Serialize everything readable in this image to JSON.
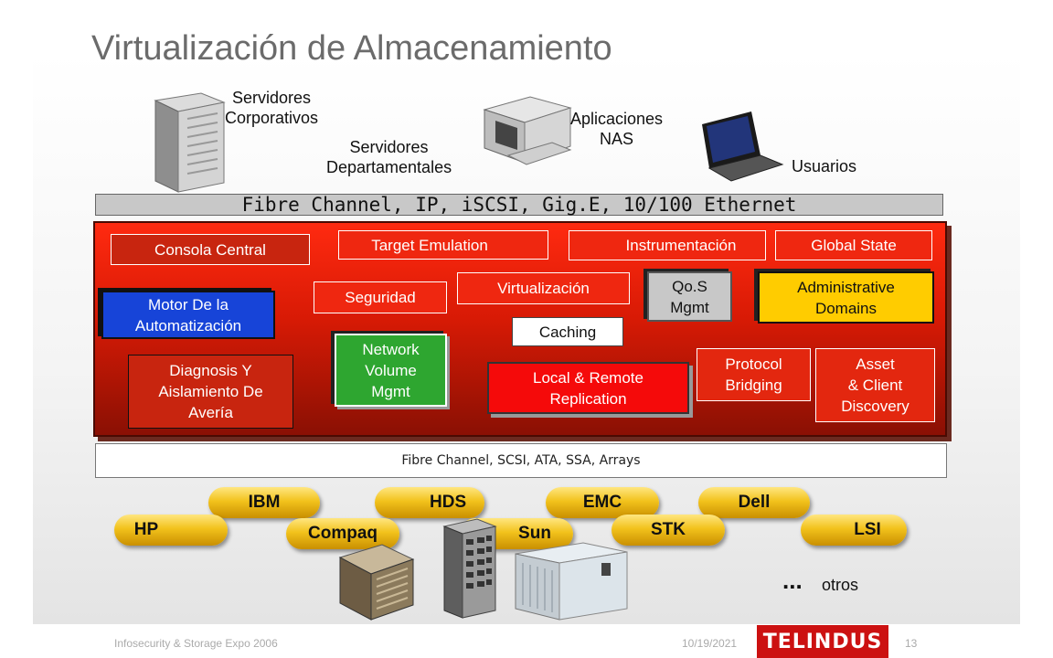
{
  "title": "Virtualización de Almacenamiento",
  "top": {
    "corp_servers": "Servidores\nCorporativos",
    "dept_servers": "Servidores\nDepartamentales",
    "nas_apps": "Aplicaciones\nNAS",
    "users": "Usuarios"
  },
  "protocols_bar": "Fibre Channel, IP, iSCSI, Gig.E, 10/100 Ethernet",
  "modules": {
    "consola": "Consola Central",
    "target_emulation": "Target Emulation",
    "instrumentacion": "Instrumentación",
    "global_state": "Global State",
    "motor": "Motor De la\nAutomatización",
    "seguridad": "Seguridad",
    "virtualizacion": "Virtualización",
    "qos": "Qo.S\nMgmt",
    "admin_domains": "Administrative\nDomains",
    "caching": "Caching",
    "network_volume": "Network\nVolume\nMgmt",
    "diagnosis": "Diagnosis Y\nAislamiento De\nAvería",
    "replication": "Local & Remote\nReplication",
    "protocol_bridging": "Protocol\nBridging",
    "asset_discovery": "Asset\n& Client\nDiscovery"
  },
  "storage_bar": "Fibre Channel, SCSI, ATA, SSA, Arrays",
  "vendors": {
    "ibm": "IBM",
    "hds": "HDS",
    "emc": "EMC",
    "dell": "Dell",
    "hp": "HP",
    "compaq": "Compaq",
    "sun": "Sun",
    "stk": "STK",
    "lsi": "LSI"
  },
  "others_dots": "...",
  "others": "otros",
  "footer": {
    "event": "Infosecurity & Storage Expo 2006",
    "date": "10/19/2021",
    "page": "13",
    "logo_text": "TELINDUS"
  },
  "colors": {
    "panel_red": "#d81a05",
    "blue": "#1744d8",
    "yellow": "#ffcc00",
    "green": "#2ea630",
    "logo_red": "#cc1111"
  },
  "icons": [
    "tower-server-icon",
    "desktop-computer-icon",
    "laptop-icon",
    "storage-array-icon",
    "rack-cabinet-icon",
    "disk-array-icon"
  ]
}
